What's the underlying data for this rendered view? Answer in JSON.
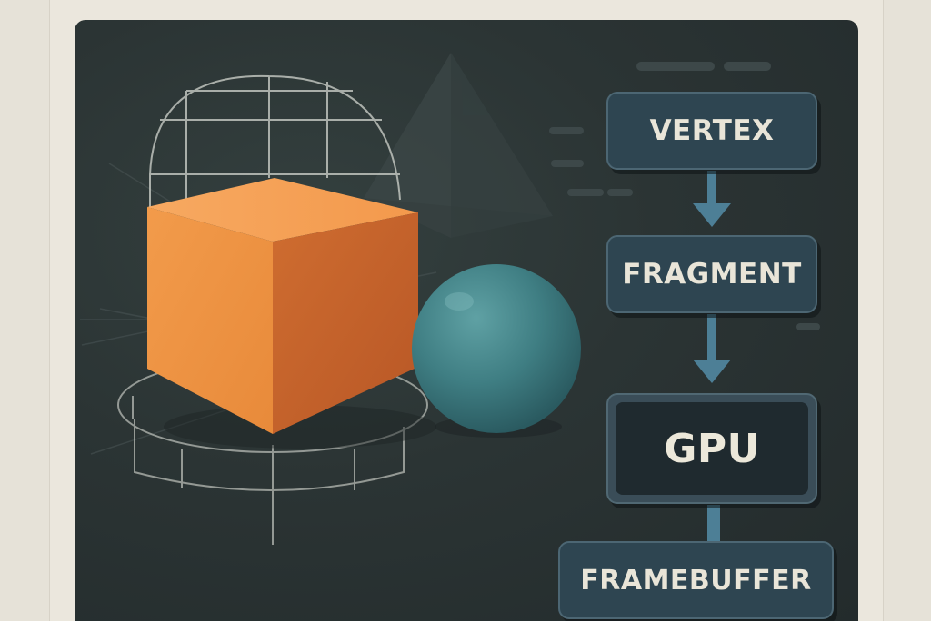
{
  "pipeline": {
    "stages": [
      {
        "label": "VERTEX"
      },
      {
        "label": "FRAGMENT"
      },
      {
        "label": "GPU"
      },
      {
        "label": "FRAMEBUFFER"
      }
    ]
  },
  "colors": {
    "background": "#e6e2d8",
    "panel": "#2b3434",
    "cube_top": "#f5a257",
    "cube_front": "#ee8f3f",
    "cube_side": "#c8642c",
    "sphere": "#3f7e83",
    "stage_box": "#2e4551",
    "stage_border": "#4c6673",
    "arrow": "#4d7f96"
  },
  "icons": {
    "cube": "orange-cube",
    "sphere": "teal-sphere",
    "pyramid": "pyramid-silhouette",
    "wireframe": "wireframe-dome"
  }
}
